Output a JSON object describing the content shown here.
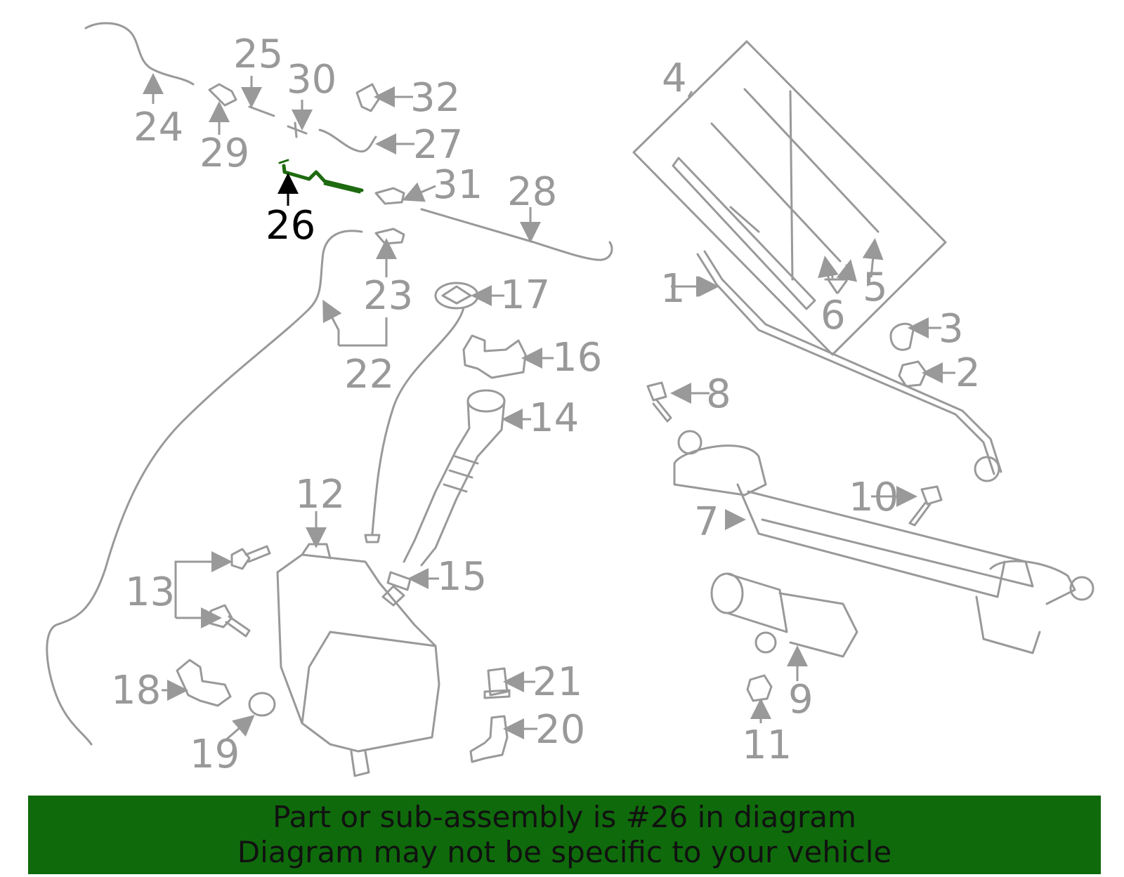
{
  "caption": {
    "line1": "Part or sub-assembly is #26 in diagram",
    "line2": "Diagram may not be specific to your vehicle"
  },
  "colors": {
    "caption_bg": "#0f6a0b",
    "highlight": "#1e6a10",
    "parts": "#999999"
  },
  "highlighted_part": "26",
  "callouts": {
    "n1": "1",
    "n2": "2",
    "n3": "3",
    "n4": "4",
    "n5": "5",
    "n6": "6",
    "n7": "7",
    "n8": "8",
    "n9": "9",
    "n10": "10",
    "n11": "11",
    "n12": "12",
    "n13": "13",
    "n14": "14",
    "n15": "15",
    "n16": "16",
    "n17": "17",
    "n18": "18",
    "n19": "19",
    "n20": "20",
    "n21": "21",
    "n22": "22",
    "n23": "23",
    "n24": "24",
    "n25": "25",
    "n26": "26",
    "n27": "27",
    "n28": "28",
    "n29": "29",
    "n30": "30",
    "n31": "31",
    "n32": "32"
  }
}
